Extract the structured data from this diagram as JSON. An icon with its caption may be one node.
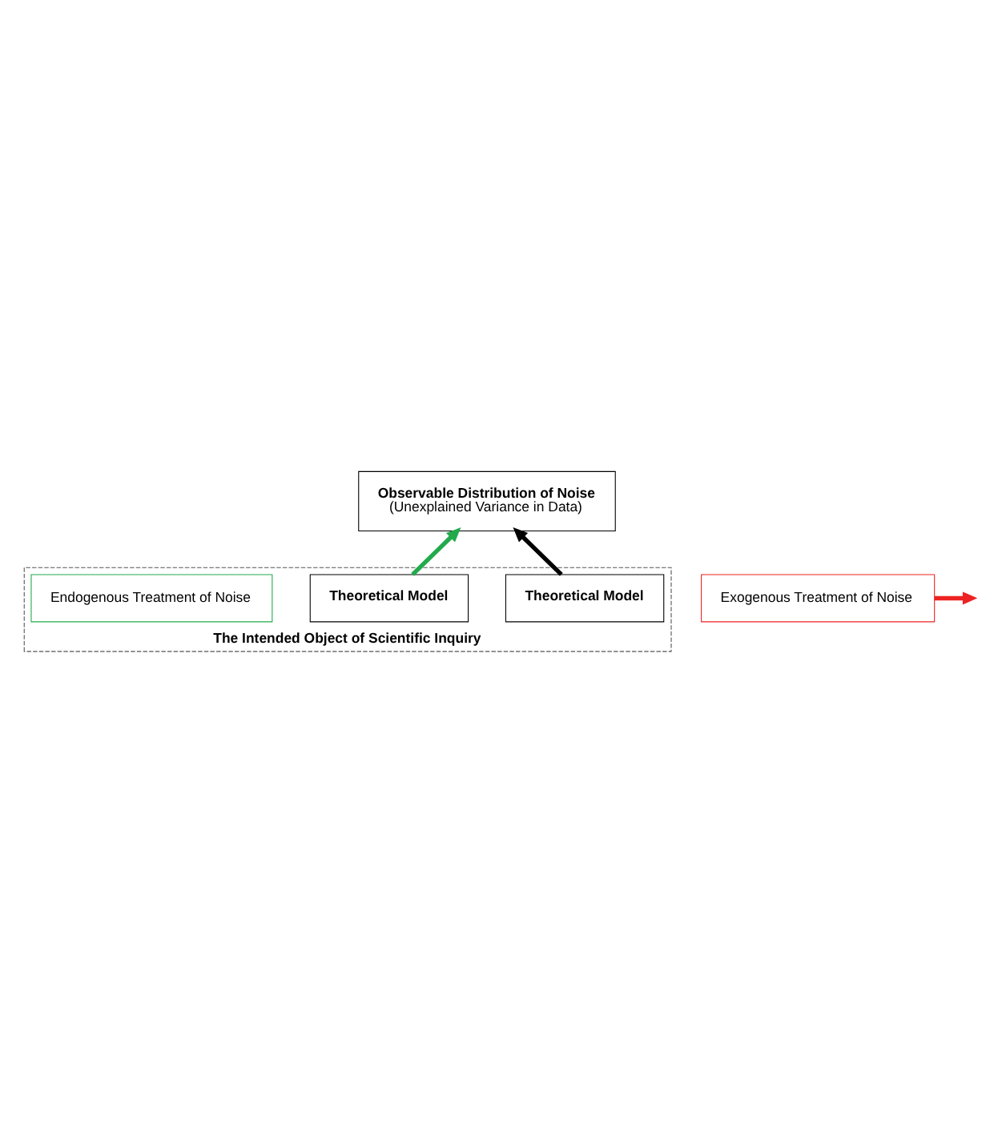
{
  "diagram": {
    "nodes": [
      {
        "text": [
          "Observable Distribution of Noise",
          "(Unexplained Variance in Data)"
        ]
      },
      {
        "text": [
          "The Intended Object of Scientific Inquiry"
        ]
      },
      {
        "text": [
          "Theoretical Model"
        ],
        "in": 1
      },
      {
        "text": [
          "Theoretical Model"
        ],
        "in": 1
      },
      {
        "text": [
          "Endogenous Treatment of Noise"
        ],
        "in": 1
      },
      {
        "text": [
          "Exogenous Treatment of Noise"
        ]
      }
    ],
    "edges": [
      {
        "from": 2,
        "to": 0,
        "arrow": "to"
      },
      {
        "from": 3,
        "to": 0,
        "arrow": "to",
        "color": "#22aa4c"
      },
      {
        "from": 5,
        "to": null,
        "arrow": "to",
        "color": "#ee2222"
      }
    ]
  }
}
